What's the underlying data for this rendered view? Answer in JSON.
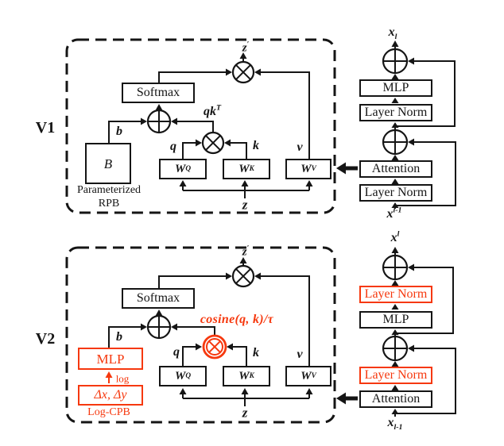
{
  "colors": {
    "accent": "#f6380e",
    "ink": "#151515"
  },
  "v1_panel": {
    "section_label": "V1",
    "z_out": {
      "base": "z",
      "sup": "′"
    },
    "softmax_label": "Softmax",
    "qkt_label": {
      "base": "qk",
      "sup": "T"
    },
    "b_label": "b",
    "q_label": "q",
    "k_label": "k",
    "v_label": "v",
    "z_label": "z",
    "rpb_matrix_label": "B",
    "rpb_caption_line1": "Parameterized",
    "rpb_caption_line2": "RPB",
    "wq_label": {
      "base": "W",
      "sup": "Q"
    },
    "wk_label": {
      "base": "W",
      "sup": "K"
    },
    "wv_label": {
      "base": "W",
      "sup": "V"
    }
  },
  "v1_block": {
    "x_out": {
      "base": "x",
      "sub": "l"
    },
    "mlp_label": "MLP",
    "layer_norm_top_label": "Layer Norm",
    "attention_label": "Attention",
    "layer_norm_bottom_label": "Layer Norm",
    "x_in": {
      "base": "x",
      "sup": "l-1"
    }
  },
  "v2_panel": {
    "section_label": "V2",
    "z_out": {
      "base": "z",
      "sup": "′"
    },
    "softmax_label": "Softmax",
    "cosine_label": "cosine(q, k)/τ",
    "b_label": "b",
    "q_label": "q",
    "k_label": "k",
    "v_label": "v",
    "z_label": "z",
    "mlp_label": "MLP",
    "log_label": "log",
    "delta_label": "Δx, Δy",
    "log_cpb_caption": "Log-CPB",
    "wq_label": {
      "base": "W",
      "sup": "Q"
    },
    "wk_label": {
      "base": "W",
      "sup": "K"
    },
    "wv_label": {
      "base": "W",
      "sup": "V"
    }
  },
  "v2_block": {
    "x_out": {
      "base": "x",
      "sup": "l"
    },
    "layer_norm_top_label": "Layer Norm",
    "mlp_label": "MLP",
    "layer_norm_bottom_label": "Layer Norm",
    "attention_label": "Attention",
    "x_in": {
      "base": "x",
      "sub": "l-1"
    }
  }
}
